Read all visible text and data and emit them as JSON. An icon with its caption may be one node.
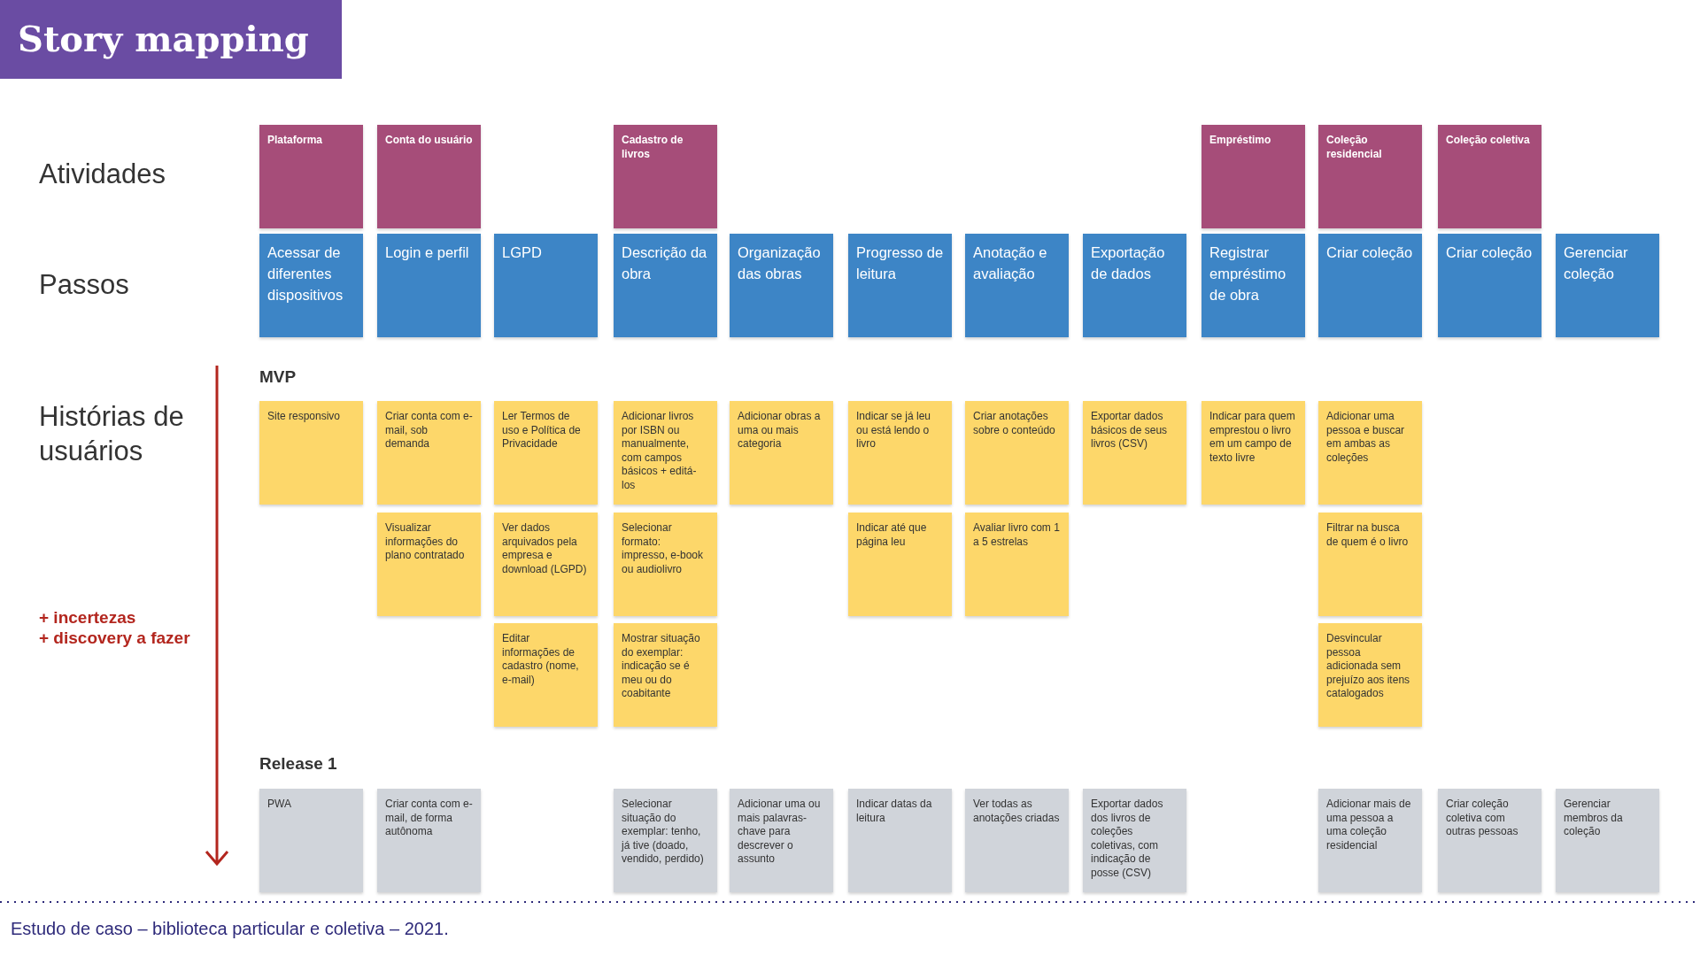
{
  "diagram": {
    "title": "Story mapping",
    "caption": "Estudo de caso – biblioteca particular e coletiva – 2021.",
    "nodes": [
      {
        "text": [
          "Plataforma"
        ]
      },
      {
        "text": [
          "Conta do usuário"
        ]
      },
      {
        "text": [
          "Cadastro de livros"
        ]
      },
      {
        "text": [
          "Empréstimo"
        ]
      },
      {
        "text": [
          "Coleção residencial"
        ]
      },
      {
        "text": [
          "Coleção coletiva"
        ]
      },
      {
        "text": [
          "Acessar de diferentes dispositivos"
        ]
      },
      {
        "text": [
          "Login e perfil"
        ]
      },
      {
        "text": [
          "LGPD"
        ]
      },
      {
        "text": [
          "Descrição da obra"
        ]
      },
      {
        "text": [
          "Organização das obras"
        ]
      },
      {
        "text": [
          "Progresso de leitura"
        ]
      },
      {
        "text": [
          "Anotação e avaliação"
        ]
      },
      {
        "text": [
          "Exportação de dados"
        ]
      },
      {
        "text": [
          "Registrar empréstimo de obra"
        ]
      },
      {
        "text": [
          "Criar coleção"
        ]
      },
      {
        "text": [
          "Criar coleção"
        ]
      },
      {
        "text": [
          "Gerenciar coleção"
        ]
      },
      {
        "text": [
          "Site responsivo"
        ]
      },
      {
        "text": [
          "Criar conta com e-mail, sob demanda"
        ]
      },
      {
        "text": [
          "Ler Termos de uso e Política de Privacidade"
        ]
      },
      {
        "text": [
          "Adicionar livros por ISBN ou manualmente, com campos básicos + editá-los"
        ]
      },
      {
        "text": [
          "Adicionar obras a uma ou mais categoria"
        ]
      },
      {
        "text": [
          "Indicar se já leu ou está lendo o livro"
        ]
      },
      {
        "text": [
          "Criar anotações sobre o conteúdo"
        ]
      },
      {
        "text": [
          "Exportar dados básicos de seus livros (CSV)"
        ]
      },
      {
        "text": [
          "Indicar para quem emprestou o livro em um campo de texto livre"
        ]
      },
      {
        "text": [
          "Adicionar uma pessoa e buscar em ambas as coleções"
        ]
      },
      {
        "text": [
          "Visualizar informações do plano contratado"
        ]
      },
      {
        "text": [
          "Ver dados arquivados pela empresa e download (LGPD)"
        ]
      },
      {
        "text": [
          "Selecionar formato: impresso, e-book ou audiolivro"
        ]
      },
      {
        "text": [
          "Indicar até que página leu"
        ]
      },
      {
        "text": [
          "Avaliar livro com 1 a 5 estrelas"
        ]
      },
      {
        "text": [
          "Filtrar na busca de quem é o livro"
        ]
      },
      {
        "text": [
          "Editar informações de cadastro (nome, e-mail)"
        ]
      },
      {
        "text": [
          "Mostrar situação do exemplar: indicação se é meu ou do coabitante"
        ]
      },
      {
        "text": [
          "Desvincular pessoa adicionada sem prejuízo aos itens catalogados"
        ]
      },
      {
        "text": [
          "PWA"
        ]
      },
      {
        "text": [
          "Criar conta com e-mail, de forma autônoma"
        ]
      },
      {
        "text": [
          "Selecionar situação do exemplar: tenho, já tive (doado, vendido, perdido)"
        ]
      },
      {
        "text": [
          "Adicionar uma ou mais palavras-chave para descrever o assunto"
        ]
      },
      {
        "text": [
          "Indicar datas da leitura"
        ]
      },
      {
        "text": [
          "Ver todas as anotações criadas"
        ]
      },
      {
        "text": [
          "Exportar dados dos livros de coleções coletivas, com indicação de posse (CSV)"
        ]
      },
      {
        "text": [
          "Adicionar mais de uma pessoa a uma coleção residencial"
        ]
      },
      {
        "text": [
          "Criar coleção coletiva com outras pessoas"
        ]
      },
      {
        "text": [
          "Gerenciar membros da coleção"
        ]
      }
    ],
    "labels": [
      "Atividades",
      "Passos",
      "MVP",
      "Histórias de usuários",
      "+ incertezas",
      "+ discovery a fazer",
      "Release 1"
    ]
  }
}
